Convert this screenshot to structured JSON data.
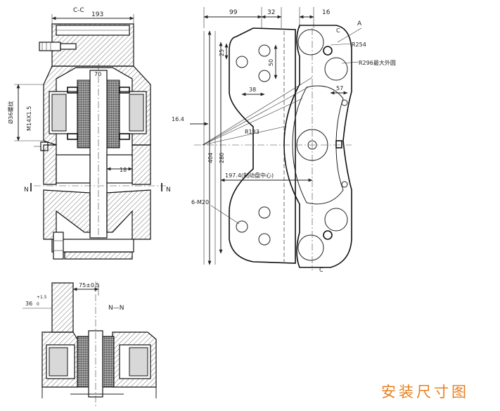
{
  "title": "安装尺寸图",
  "section_labels": {
    "cc": "C-C",
    "nn": "N—N",
    "n_left": "N",
    "n_right": "N",
    "c_top": "C",
    "c_bottom": "C",
    "a": "A"
  },
  "dimensions": {
    "top_width": "193",
    "inner_width": "70",
    "gap": "18",
    "dia36_thread": "Ø36螺纹",
    "m14": "M14X1.5",
    "d99": "99",
    "d32": "32",
    "d16": "16",
    "d25": "25",
    "d50": "50",
    "d38": "38",
    "d57": "57",
    "d16_4": "16.4",
    "r133": "R133",
    "r254": "R254",
    "r296": "R296最大外圆",
    "d404": "404",
    "d280": "280",
    "d197": "197.4(制动盘中心)",
    "m20": "6-M20",
    "d75": "75±0.5",
    "d36_tol": "36",
    "tol_upper": "+1.5",
    "tol_lower": "0"
  },
  "colors": {
    "title": "#e8801f",
    "line": "#222222"
  }
}
